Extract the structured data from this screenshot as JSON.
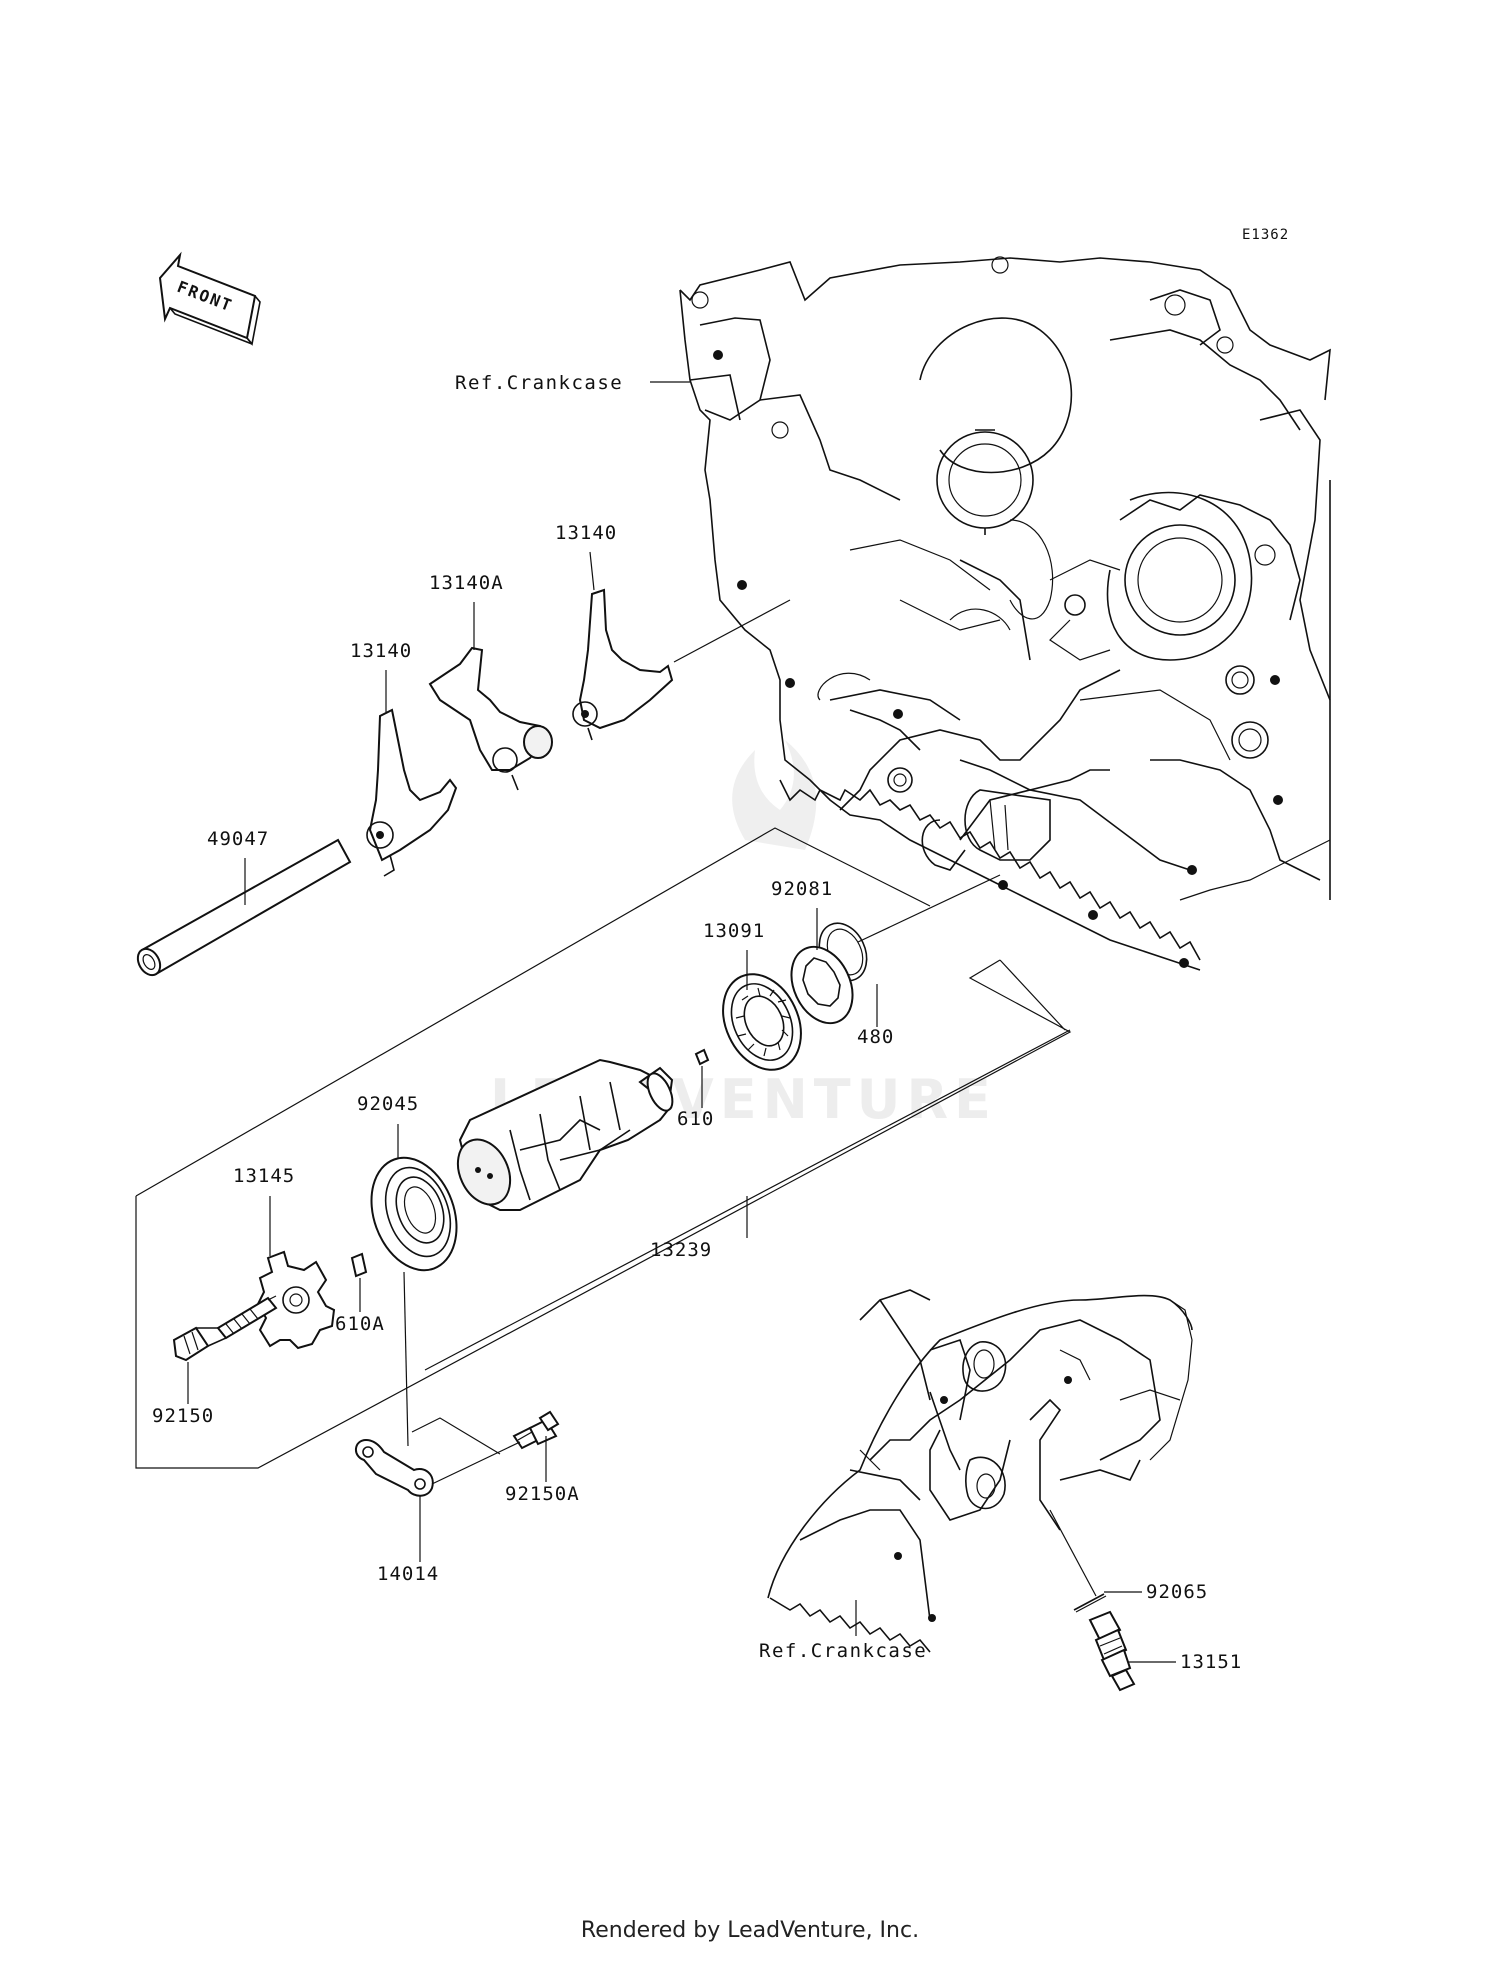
{
  "diagram": {
    "code": "E1362",
    "front_label": "FRONT",
    "watermark": "LEADVENTURE",
    "footer": "Rendered by LeadVenture, Inc."
  },
  "labels": {
    "ref_crankcase_top": "Ref.Crankcase",
    "ref_crankcase_bottom": "Ref.Crankcase",
    "p13140_left": "13140",
    "p13140A": "13140A",
    "p13140_right": "13140",
    "p49047": "49047",
    "p92081": "92081",
    "p13091": "13091",
    "p480": "480",
    "p610": "610",
    "p92045": "92045",
    "p13145": "13145",
    "p610A": "610A",
    "p13239": "13239",
    "p92150": "92150",
    "p92150A": "92150A",
    "p14014": "14014",
    "p92065": "92065",
    "p13151": "13151"
  }
}
